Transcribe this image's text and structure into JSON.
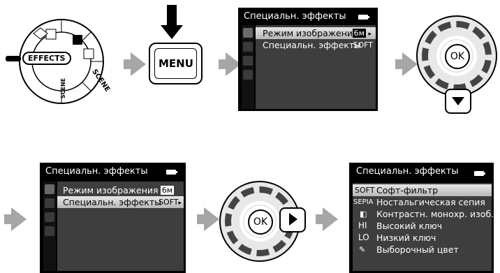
{
  "mode_dial": {
    "effects_label": "EFFECTS",
    "scene_label": "SCENE",
    "scene_vertical_label": "SCENE"
  },
  "menu_button": {
    "label": "MENU"
  },
  "screen1": {
    "title": "Специальн. эффекты",
    "items": [
      {
        "label": "Режим изображения",
        "value": "6м"
      },
      {
        "label": "Специальн. эффекты",
        "value": "SOFT"
      }
    ]
  },
  "screen2": {
    "title": "Специальн. эффекты",
    "items": [
      {
        "label": "Режим изображения",
        "value": "6м"
      },
      {
        "label": "Специальн. эффекты",
        "value": "SOFT"
      }
    ]
  },
  "screen3": {
    "title": "Специальн. эффекты",
    "options": [
      {
        "tag": "SOFT",
        "label": "Софт-фильтр"
      },
      {
        "tag": "SEPIA",
        "label": "Ностальгическая сепия"
      },
      {
        "tag": "◧",
        "label": "Контрастн. монохр. изоб."
      },
      {
        "tag": "HI",
        "label": "Высокий ключ"
      },
      {
        "tag": "LO",
        "label": "Низкий ключ"
      },
      {
        "tag": "✎",
        "label": "Выборочный цвет"
      }
    ]
  },
  "ok_button": {
    "label": "OK"
  }
}
